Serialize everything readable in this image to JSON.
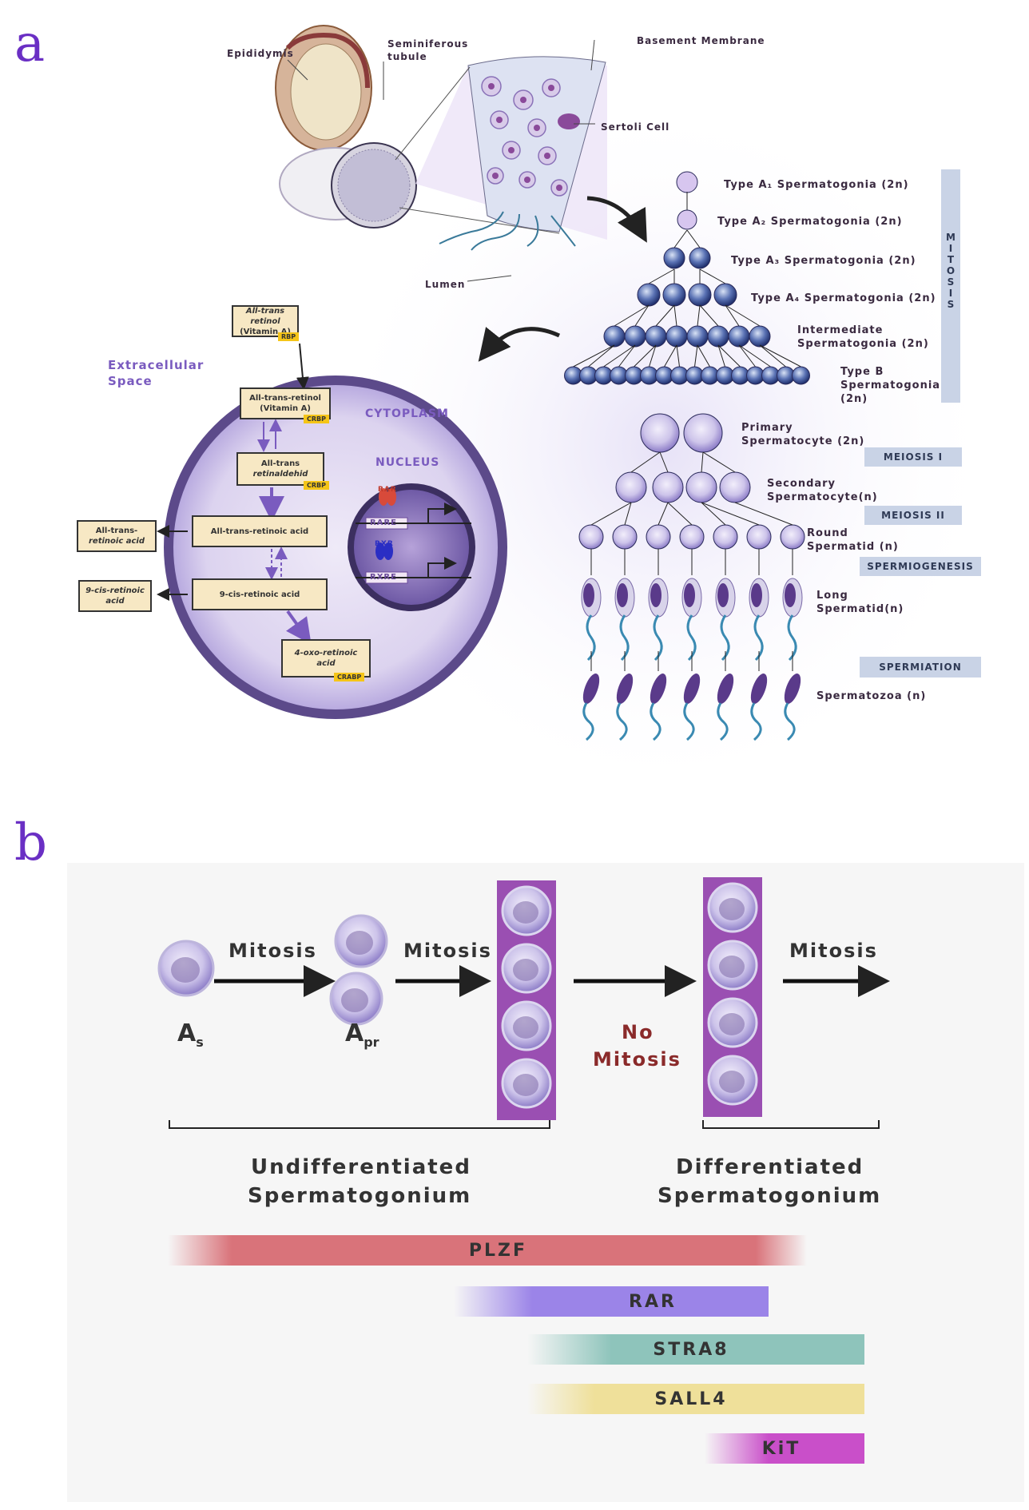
{
  "panel_a": {
    "letter": "a",
    "labels": {
      "epididymis": "Epididymis",
      "seminiferous": "Seminiferous",
      "tubule": "tubule",
      "basement_membrane": "Basement Membrane",
      "sertoli_cell": "Sertoli Cell",
      "lumen": "Lumen",
      "extracellular": "Extracellular",
      "space": "Space",
      "cytoplasm": "CYTOPLASM",
      "nucleus": "NUCLEUS",
      "rar": "RAR",
      "rare": "RARE",
      "rxr": "RXR",
      "rxre": "RXRE"
    },
    "boxes": {
      "retinol_outer_1": "All-trans retinol",
      "retinol_outer_2": "(Vitamin A)",
      "rbp": "RBP",
      "retinol_inner_1": "All-trans-retinol",
      "retinol_inner_2": "(Vitamin A)",
      "crbp1": "CRBP",
      "retinaldehyd_1": "All-trans",
      "retinaldehyd_2": "retinaldehid",
      "crbp2": "CRBP",
      "atra": "All-trans-retinoic acid",
      "atra_out_1": "All-trans-",
      "atra_out_2": "retinoic acid",
      "cis_ra": "9-cis-retinoic acid",
      "cis_out_1": "9-cis-retinoic",
      "cis_out_2": "acid",
      "oxo_1": "4-oxo-retinoic",
      "oxo_2": "acid",
      "crabp": "CRABP"
    },
    "stages": {
      "a1": "Type A₁ Spermatogonia (2n)",
      "a2": "Type A₂ Spermatogonia (2n)",
      "a3": "Type A₃ Spermatogonia (2n)",
      "a4": "Type A₄ Spermatogonia (2n)",
      "intermediate_1": "Intermediate",
      "intermediate_2": "Spermatogonia (2n)",
      "typeb_1": "Type B",
      "typeb_2": "Spermatogonia",
      "typeb_3": "(2n)",
      "primary_1": "Primary",
      "primary_2": "Spermatocyte (2n)",
      "secondary_1": "Secondary",
      "secondary_2": "Spermatocyte(n)",
      "round_1": "Round",
      "round_2": "Spermatid (n)",
      "long_1": "Long",
      "long_2": "Spermatid(n)",
      "spermatozoa": "Spermatozoa (n)"
    },
    "phases": {
      "mitosis": "MITOSIS",
      "meiosis1": "MEIOSIS I",
      "meiosis2": "MEIOSIS II",
      "spermiogenesis": "SPERMIOGENESIS",
      "spermiation": "SPERMIATION"
    }
  },
  "panel_b": {
    "letter": "b",
    "mitosis_1": "Mitosis",
    "mitosis_2": "Mitosis",
    "mitosis_3": "Mitosis",
    "no": "No",
    "no_mitosis": "Mitosis",
    "as_main": "A",
    "as_sub": "s",
    "apr_main": "A",
    "apr_sub": "pr",
    "undiff_1": "Undifferentiated",
    "undiff_2": "Spermatogonium",
    "diff_1": "Differentiated",
    "diff_2": "Spermatogonium",
    "bars": [
      {
        "label": "PLZF",
        "color": "#d9737a"
      },
      {
        "label": "RAR",
        "color": "#9b84e8"
      },
      {
        "label": "STRA8",
        "color": "#8ec4bb"
      },
      {
        "label": "SALL4",
        "color": "#efe09a"
      },
      {
        "label": "KiT",
        "color": "#c94fc9"
      }
    ]
  }
}
